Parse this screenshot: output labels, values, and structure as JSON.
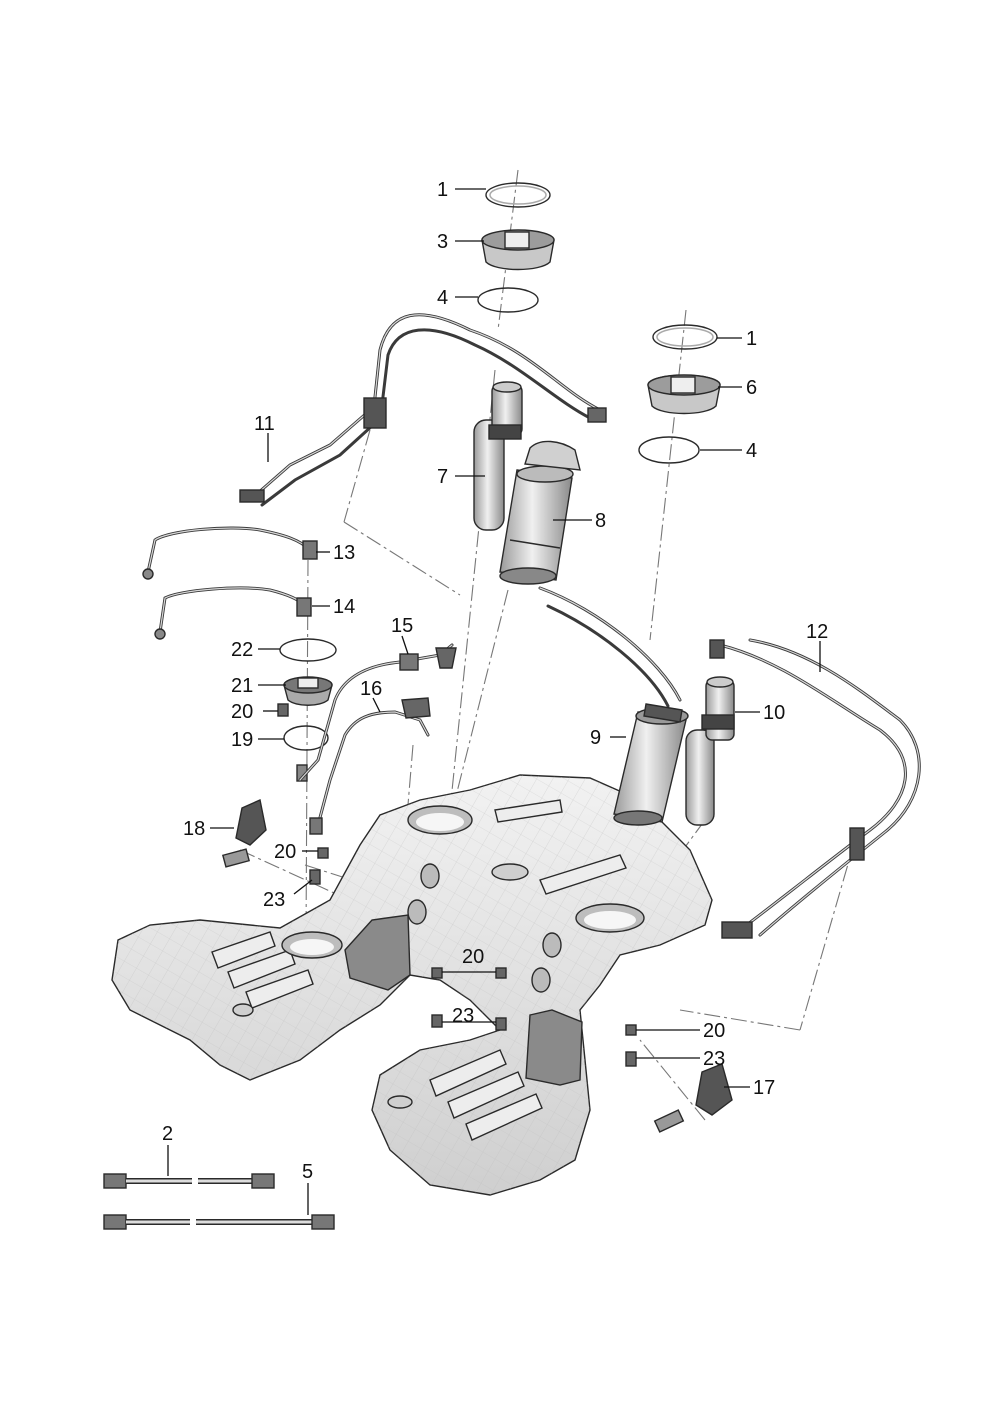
{
  "diagram": {
    "labels": [
      {
        "key": "l1a",
        "text": "1"
      },
      {
        "key": "l3",
        "text": "3"
      },
      {
        "key": "l4a",
        "text": "4"
      },
      {
        "key": "l1b",
        "text": "1"
      },
      {
        "key": "l6",
        "text": "6"
      },
      {
        "key": "l4b",
        "text": "4"
      },
      {
        "key": "l11",
        "text": "11"
      },
      {
        "key": "l7",
        "text": "7"
      },
      {
        "key": "l8",
        "text": "8"
      },
      {
        "key": "l13",
        "text": "13"
      },
      {
        "key": "l14",
        "text": "14"
      },
      {
        "key": "l22",
        "text": "22"
      },
      {
        "key": "l15",
        "text": "15"
      },
      {
        "key": "l12",
        "text": "12"
      },
      {
        "key": "l21",
        "text": "21"
      },
      {
        "key": "l16",
        "text": "16"
      },
      {
        "key": "l20a",
        "text": "20"
      },
      {
        "key": "l19",
        "text": "19"
      },
      {
        "key": "l10",
        "text": "10"
      },
      {
        "key": "l9",
        "text": "9"
      },
      {
        "key": "l18",
        "text": "18"
      },
      {
        "key": "l20b",
        "text": "20"
      },
      {
        "key": "l23a",
        "text": "23"
      },
      {
        "key": "l20c",
        "text": "20"
      },
      {
        "key": "l23b",
        "text": "23"
      },
      {
        "key": "l20d",
        "text": "20"
      },
      {
        "key": "l23c",
        "text": "23"
      },
      {
        "key": "l17",
        "text": "17"
      },
      {
        "key": "l2",
        "text": "2"
      },
      {
        "key": "l5",
        "text": "5"
      }
    ]
  },
  "colors": {
    "ink": "#2a2a2a",
    "part_fill": "#d9d9d9",
    "part_shade": "#a8a8a8",
    "tank_fill": "#e4e4e4",
    "baffle": "#8a8a8a",
    "phantom": "#777777"
  }
}
